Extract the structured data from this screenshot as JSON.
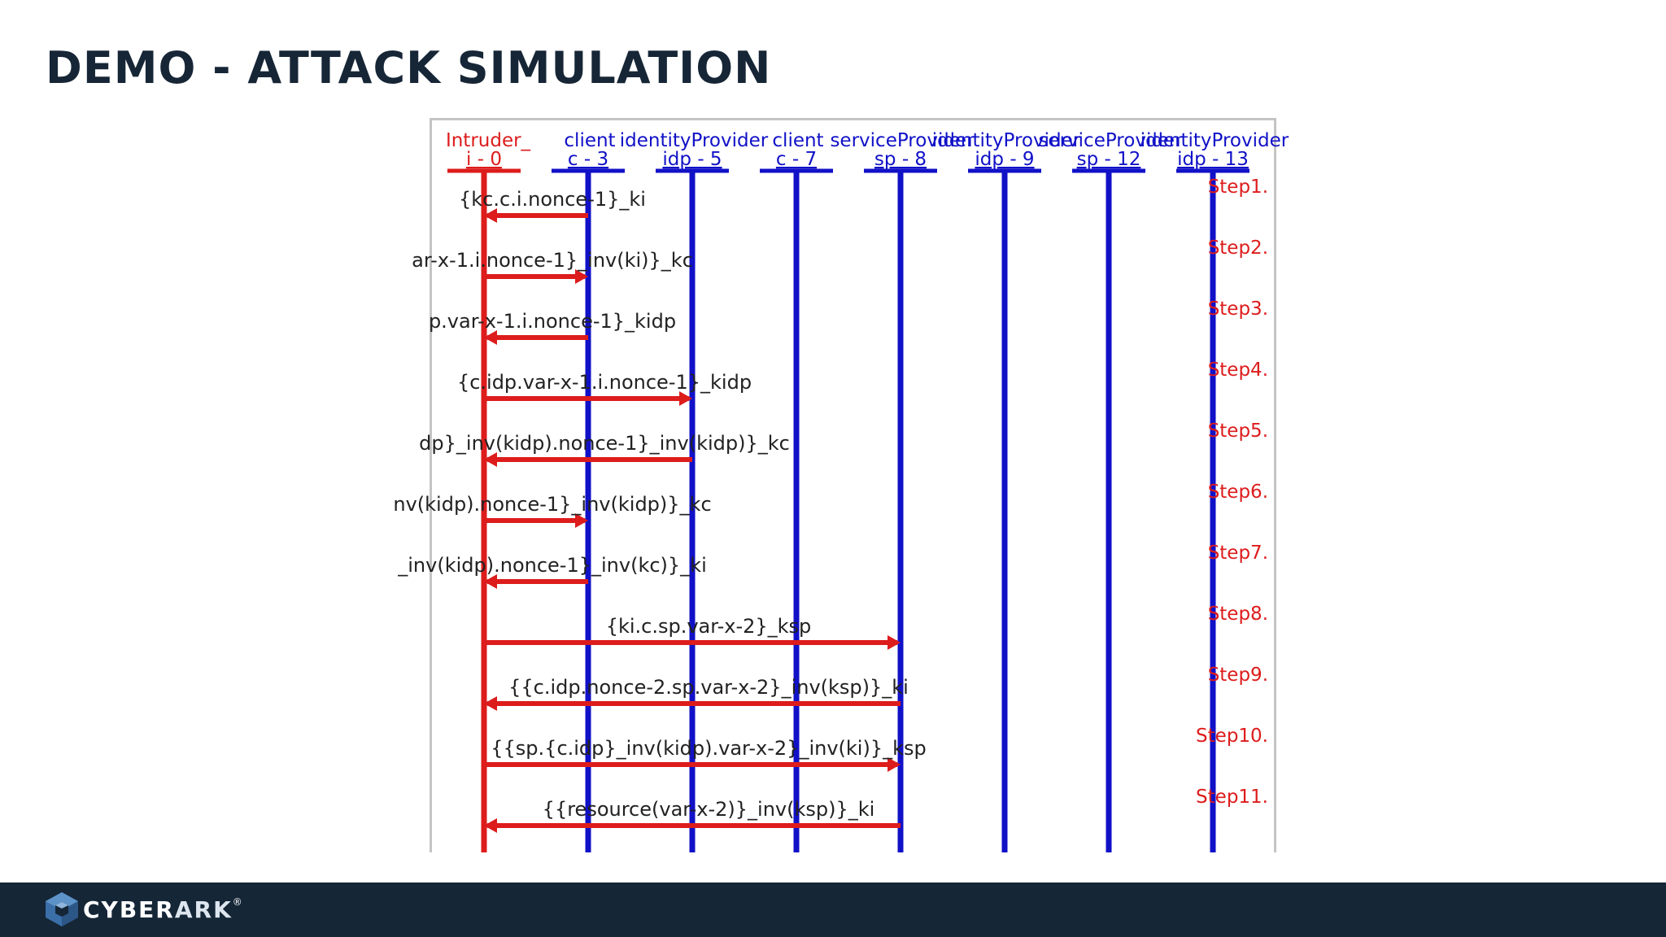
{
  "slide": {
    "title": "DEMO - ATTACK SIMULATION"
  },
  "brand": {
    "name_part1": "CYBER",
    "name_part2": "ARK",
    "tm": "®"
  },
  "colors": {
    "intruder": "#dd1c1c",
    "agent": "#1111c8",
    "step": "#dd1c1c",
    "footer": "#152637",
    "title": "#162636"
  },
  "diagram": {
    "lifelines": [
      {
        "role": "Intruder_",
        "id": "i - 0",
        "color": "red"
      },
      {
        "role": "client",
        "id": "c - 3",
        "color": "blue"
      },
      {
        "role": "identityProvider",
        "id": "idp - 5",
        "color": "blue"
      },
      {
        "role": "client",
        "id": "c - 7",
        "color": "blue"
      },
      {
        "role": "serviceProvider",
        "id": "sp - 8",
        "color": "blue"
      },
      {
        "role": "identityProvider",
        "id": "idp - 9",
        "color": "blue"
      },
      {
        "role": "serviceProvider",
        "id": "sp - 12",
        "color": "blue"
      },
      {
        "role": "identityProvider",
        "id": "idp - 13",
        "color": "blue"
      }
    ],
    "messages": [
      {
        "step": "Step1.",
        "label": "{kc.c.i.nonce-1}_ki",
        "from": 1,
        "to": 0
      },
      {
        "step": "Step2.",
        "label": "ar-x-1.i.nonce-1}_inv(ki)}_kc",
        "from": 0,
        "to": 1
      },
      {
        "step": "Step3.",
        "label": "p.var-x-1.i.nonce-1}_kidp",
        "from": 1,
        "to": 0
      },
      {
        "step": "Step4.",
        "label": "{c.idp.var-x-1.i.nonce-1}_kidp",
        "from": 0,
        "to": 2
      },
      {
        "step": "Step5.",
        "label": "dp}_inv(kidp).nonce-1}_inv(kidp)}_kc",
        "from": 2,
        "to": 0
      },
      {
        "step": "Step6.",
        "label": "nv(kidp).nonce-1}_inv(kidp)}_kc",
        "from": 0,
        "to": 1
      },
      {
        "step": "Step7.",
        "label": "_inv(kidp).nonce-1}_inv(kc)}_ki",
        "from": 1,
        "to": 0
      },
      {
        "step": "Step8.",
        "label": "{ki.c.sp.var-x-2}_ksp",
        "from": 0,
        "to": 4
      },
      {
        "step": "Step9.",
        "label": "{{c.idp.nonce-2.sp.var-x-2}_inv(ksp)}_ki",
        "from": 4,
        "to": 0
      },
      {
        "step": "Step10.",
        "label": "{{sp.{c.idp}_inv(kidp).var-x-2}_inv(ki)}_ksp",
        "from": 0,
        "to": 4
      },
      {
        "step": "Step11.",
        "label": "{{resource(var-x-2)}_inv(ksp)}_ki",
        "from": 4,
        "to": 0
      }
    ]
  }
}
